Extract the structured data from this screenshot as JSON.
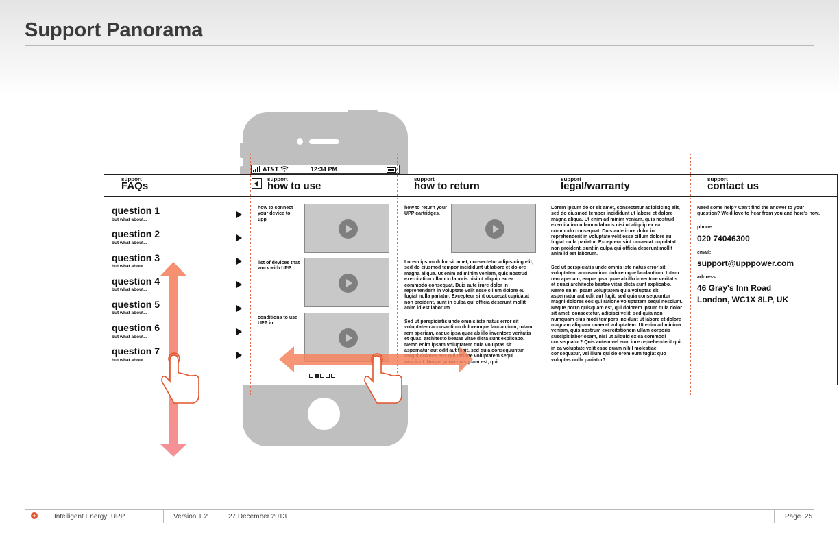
{
  "header": {
    "title": "Support Panorama"
  },
  "phone": {
    "carrier": "AT&T",
    "time": "12:34 PM"
  },
  "sections": [
    {
      "label": "support",
      "title": "FAQs"
    },
    {
      "label": "support",
      "title": "how to use"
    },
    {
      "label": "support",
      "title": "how to return"
    },
    {
      "label": "support",
      "title": "legal/warranty"
    },
    {
      "label": "support",
      "title": "contact us"
    }
  ],
  "faqs": [
    {
      "question": "question 1",
      "sub": "but what about..."
    },
    {
      "question": "question 2",
      "sub": "but what about..."
    },
    {
      "question": "question 3",
      "sub": "but what about..."
    },
    {
      "question": "question 4",
      "sub": "but what about..."
    },
    {
      "question": "question 5",
      "sub": "but what about..."
    },
    {
      "question": "question 6",
      "sub": "but what about..."
    },
    {
      "question": "question 7",
      "sub": "but what about..."
    }
  ],
  "how_to_use": {
    "items": [
      "how to connect your device to upp",
      "list of devices that work with UPP.",
      "conditions to use UPP in."
    ],
    "pager": {
      "total": 5,
      "active": 2
    }
  },
  "how_to_return": {
    "intro": "how to return your UPP cartridges.",
    "para1": "Lorem ipsum dolor sit amet, consectetur adipisicing elit, sed do eiusmod tempor incididunt ut labore et dolore magna aliqua. Ut enim ad minim veniam, quis nostrud exercitation ullamco laboris nisi ut aliquip ex ea commodo consequat. Duis aute irure dolor in reprehenderit in voluptate velit esse cillum dolore eu fugiat nulla pariatur. Excepteur sint occaecat cupidatat non proident, sunt in culpa qui officia deserunt mollit anim id est laborum.",
    "para2": "Sed ut perspiciatis unde omnis iste natus error sit voluptatem accusantium doloremque laudantium, totam rem aperiam, eaque ipsa quae ab illo inventore veritatis et quasi architecto beatae vitae dicta sunt explicabo. Nemo enim ipsam voluptatem quia voluptas sit aspernatur aut odit aut fugit, sed quia consequuntur magni dolores eos qui ratione voluptatem sequi nesciunt. Neque porro quisquam est, qui"
  },
  "legal": {
    "para1": "Lorem ipsum dolor sit amet, consectetur adipisicing elit, sed do eiusmod tempor incididunt ut labore et dolore magna aliqua. Ut enim ad minim veniam, quis nostrud exercitation ullamco laboris nisi ut aliquip ex ea commodo consequat. Duis aute irure dolor in reprehenderit in voluptate velit esse cillum dolore eu fugiat nulla pariatur. Excepteur sint occaecat cupidatat non proident, sunt in culpa qui officia deserunt mollit anim id est laborum.",
    "para2": "Sed ut perspiciatis unde omnis iste natus error sit voluptatem accusantium doloremque laudantium, totam rem aperiam, eaque ipsa quae ab illo inventore veritatis et quasi architecto beatae vitae dicta sunt explicabo. Nemo enim ipsam voluptatem quia voluptas sit aspernatur aut odit aut fugit, sed quia consequuntur magni dolores eos qui ratione voluptatem sequi nesciunt. Neque porro quisquam est, qui dolorem ipsum quia dolor sit amet, consectetur, adipisci velit, sed quia non numquam eius modi tempora incidunt ut labore et dolore magnam aliquam quaerat voluptatem. Ut enim ad minima veniam, quis nostrum exercitationem ullam corporis suscipit laboriosam, nisi ut aliquid ex ea commodi consequatur? Quis autem vel eum iure reprehenderit qui in ea voluptate velit esse quam nihil molestiae consequatur, vel illum qui dolorem eum fugiat quo voluptas nulla pariatur?"
  },
  "contact": {
    "intro": "Need some help? Can't find the answer to your question? We'd love to hear from you and here's how.",
    "phone_label": "phone:",
    "phone": "020 74046300",
    "email_label": "email:",
    "email": "support@upppower.com",
    "address_label": "address:",
    "address_line1": "46 Gray's Inn Road",
    "address_line2": "London, WC1X 8LP, UK"
  },
  "colors": {
    "accent": "#f4845f",
    "accent_dark": "#e0552b",
    "phone": "#bfbfbf",
    "vertical_arrow_bottom": "#f4848a"
  },
  "footer": {
    "company": "Intelligent Energy: UPP",
    "version": "Version 1.2",
    "date": "27 December 2013",
    "page": "Page  25"
  }
}
